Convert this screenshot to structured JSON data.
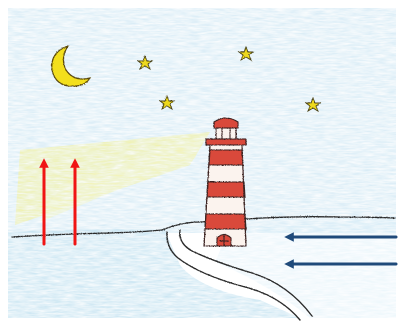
{
  "scene": {
    "type": "hand-drawn-illustration",
    "elements": [
      "night-sky",
      "crescent-moon",
      "stars",
      "lighthouse",
      "light-beam",
      "sea",
      "shore-hill",
      "path",
      "arrows"
    ]
  },
  "colors": {
    "sky_shading": "#c7e3f1",
    "sea_shading": "#bfe0f0",
    "moon": "#f3df1a",
    "moon_outline": "#5a4a10",
    "star": "#eed91a",
    "star_outline": "#4a4218",
    "beam": "#f6f3a0",
    "lighthouse_red": "#d9483a",
    "lighthouse_white": "#fbf3ee",
    "lighthouse_outline": "#3a2320",
    "pencil": "#2a2a2a",
    "arrow_up": "#f01414",
    "arrow_left": "#1f4a7a"
  },
  "arrows": {
    "up_count": 2,
    "left_count": 2
  },
  "stars": {
    "count": 4
  }
}
